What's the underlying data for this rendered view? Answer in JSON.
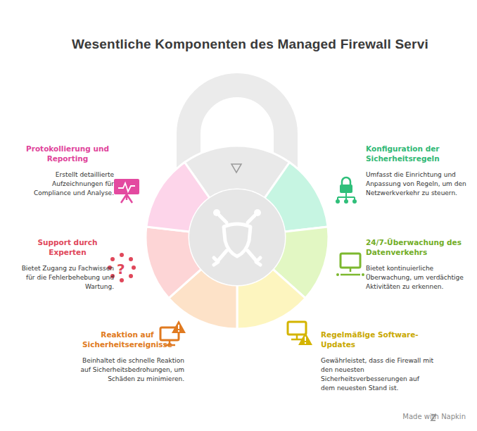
{
  "diagram": {
    "title": "Wesentliche Komponenten des Managed Firewall Servi",
    "nodes": [
      {
        "text": [
          "Protokollierung und Reporting",
          "Erstellt detaillierte Aufzeichnungen für Compliance und Analyse."
        ]
      },
      {
        "text": [
          "Konfiguration der Sicherheitsregeln",
          "Umfasst die Einrichtung und Anpassung von Regeln, um den Netzwerkverkehr zu steuern."
        ]
      },
      {
        "text": [
          "Support durch Experten",
          "Bietet Zugang zu Fachwissen für die Fehlerbehebung und Wartung."
        ]
      },
      {
        "text": [
          "24/7-Überwachung des Datenverkehrs",
          "Bietet kontinuierliche Überwachung, um verdächtige Aktivitäten zu erkennen."
        ]
      },
      {
        "text": [
          "Reaktion auf Sicherheitsereignisse",
          "Beinhaltet die schnelle Reaktion auf Sicherheitsbedrohungen, um Schäden zu minimieren."
        ]
      },
      {
        "text": [
          "Regelmäßige Software-Updates",
          "Gewährleistet, dass die Firewall mit den neuesten Sicherheitsverbesserungen auf dem neuesten Stand ist."
        ]
      }
    ],
    "labels": [
      "Made with Napkin"
    ]
  }
}
